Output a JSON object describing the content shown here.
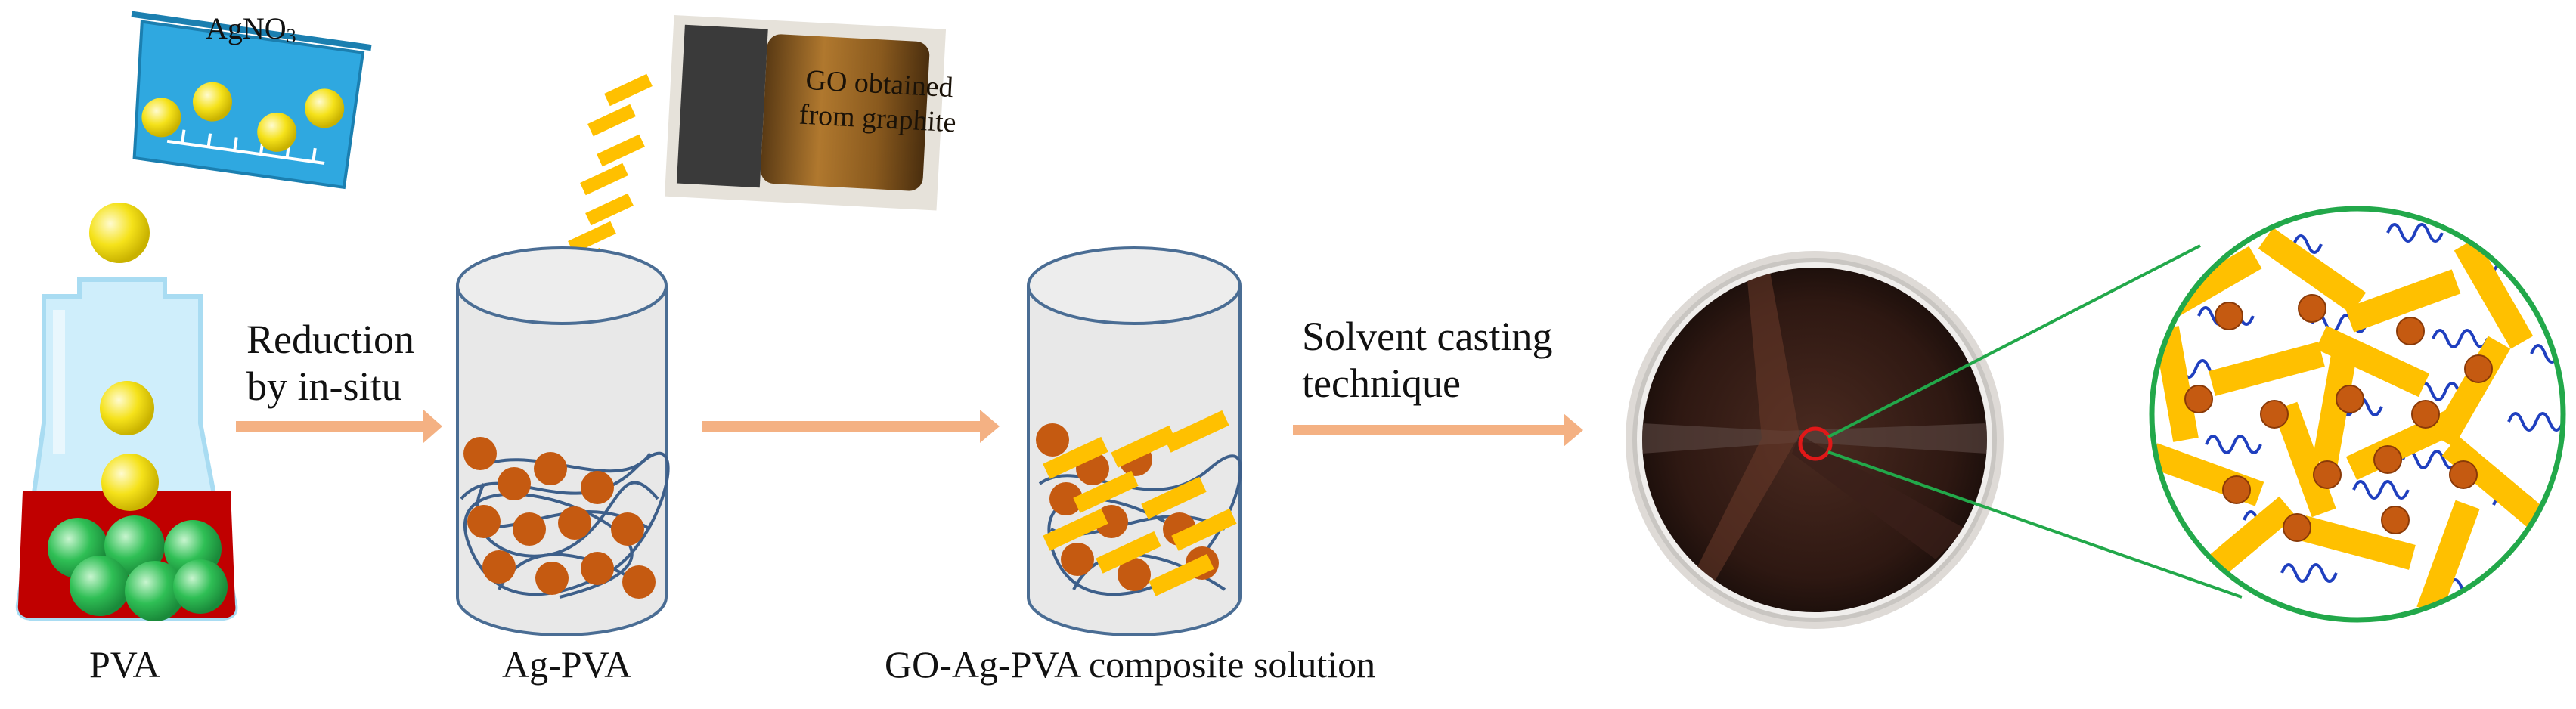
{
  "labels": {
    "pva": "PVA",
    "ag_pva": "Ag-PVA",
    "composite": "GO-Ag-PVA composite solution",
    "agno3_main": "AgNO",
    "agno3_sub": "3",
    "go_line1": "GO obtained",
    "go_line2": "from graphite",
    "reduction_line1": "Reduction",
    "reduction_line2": "by in-situ",
    "casting_line1": "Solvent casting",
    "casting_line2": "technique"
  },
  "colors": {
    "arrow": "#f4b183",
    "beaker_outline": "#4a6d94",
    "beaker_fill": "#e8e8e8",
    "ag_particle": "#c55a11",
    "go_sheet": "#ffc000",
    "polymer_chain": "#1f3fbf",
    "zoom_circle": "#22a84a",
    "highlight_ring": "#e01818",
    "flask_liquid": "#c00000",
    "green_sphere": "#2fbf55",
    "yellow_sphere": "#f5e21a",
    "flask_glass": "#a9dcf2",
    "agno3_container": "#2fa8e0"
  },
  "icons": {
    "flask": "erlenmeyer-flask-icon",
    "agno3": "agno3-container-icon",
    "go_bottle": "go-vial-photo",
    "petri": "petri-dish-photo"
  }
}
